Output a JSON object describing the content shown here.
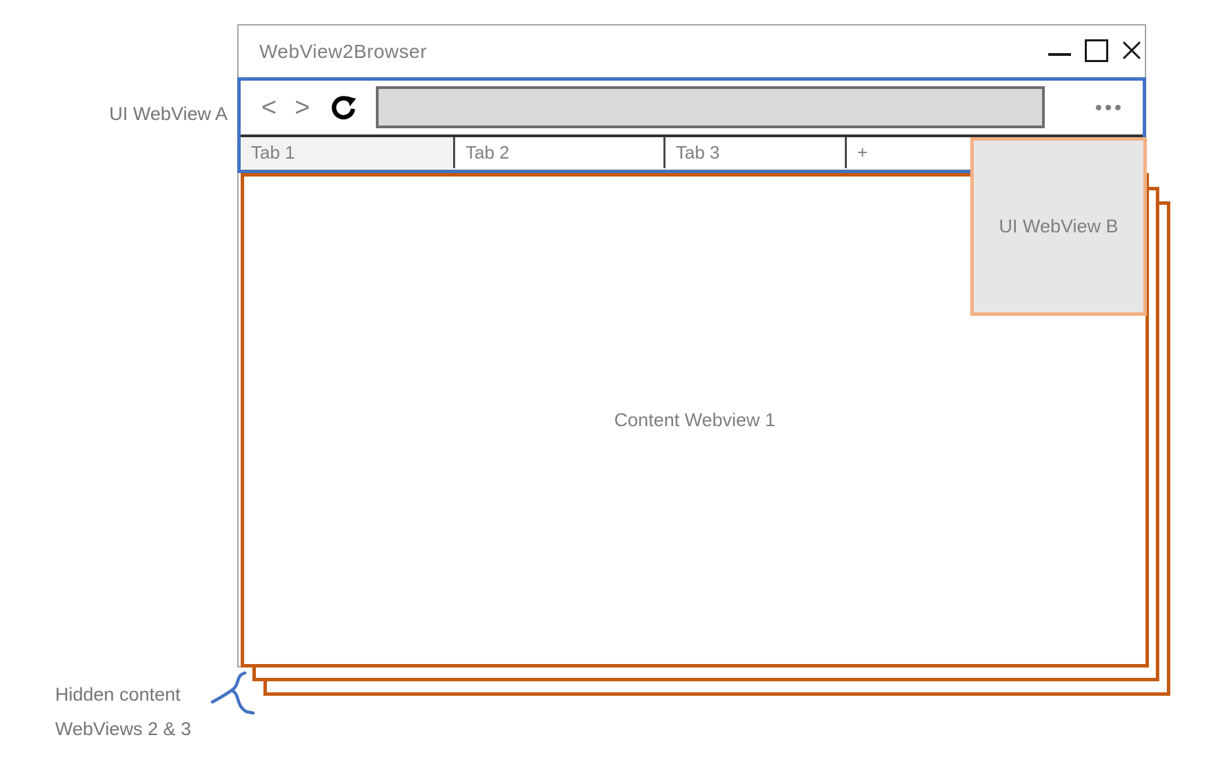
{
  "diagram": {
    "annotations": {
      "ui_webview_a": "UI WebView A",
      "ui_webview_b": "UI WebView B",
      "hidden_webviews_line1": "Hidden content",
      "hidden_webviews_line2": "WebViews 2 & 3"
    },
    "colors": {
      "ui_webview_accent": "#4472C4",
      "content_webview_accent": "#C55A11",
      "webview_b_border": "#F4B183",
      "webview_b_fill": "#E7E6E6",
      "window_border": "#A6A6A6",
      "address_bar_fill": "#D9D9D9",
      "address_bar_border": "#6E6E6E",
      "active_tab_fill": "#F2F2F2",
      "label_text": "#7F7F7F"
    }
  },
  "window": {
    "title": "WebView2Browser",
    "controls": [
      {
        "name": "minimize",
        "glyph": "—"
      },
      {
        "name": "maximize",
        "glyph": "□"
      },
      {
        "name": "close",
        "glyph": "✕"
      }
    ]
  },
  "toolbar": {
    "back_glyph": "<",
    "forward_glyph": ">",
    "reload_glyph": "↻",
    "overflow_glyph": "…",
    "address_bar": {
      "value": "",
      "placeholder": ""
    }
  },
  "tabs": [
    {
      "label": "Tab 1",
      "active": true
    },
    {
      "label": "Tab 2",
      "active": false
    },
    {
      "label": "Tab 3",
      "active": false
    },
    {
      "label": "+",
      "active": false
    }
  ],
  "content": {
    "webview1_label": "Content Webview 1"
  }
}
